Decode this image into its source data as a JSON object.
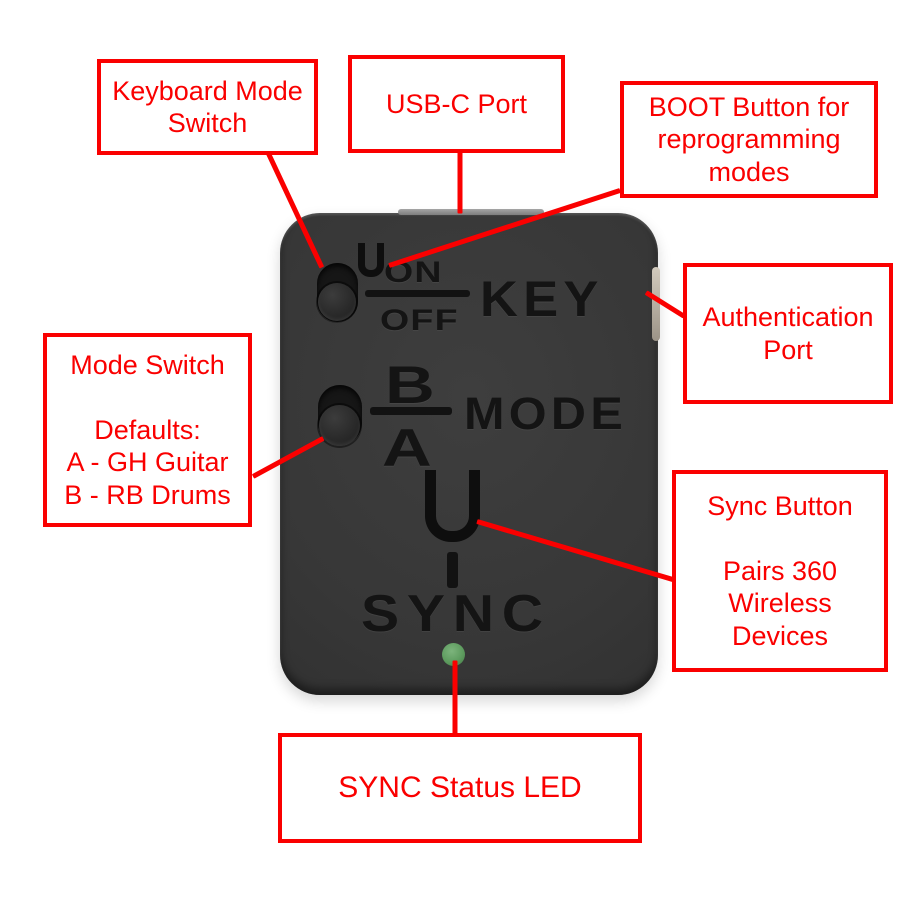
{
  "colors": {
    "accent_red": "#fa0000",
    "device_body": "#373737",
    "emboss_dark": "#141414",
    "led_green": "#5e9c5f",
    "port_metal": "#cdc5b8"
  },
  "callouts": {
    "keyboard": {
      "lines": [
        "Keyboard Mode",
        "Switch"
      ]
    },
    "usbc": {
      "lines": [
        "USB-C Port"
      ]
    },
    "boot": {
      "lines": [
        "BOOT Button for",
        "reprogramming",
        "modes"
      ]
    },
    "auth": {
      "lines": [
        "Authentication",
        "Port"
      ]
    },
    "mode": {
      "lines": [
        "Mode Switch",
        "",
        "Defaults:",
        "A - GH Guitar",
        "B - RB Drums"
      ]
    },
    "sync": {
      "lines": [
        "Sync Button",
        "",
        "Pairs 360",
        "Wireless",
        "Devices"
      ]
    },
    "led": {
      "lines": [
        "SYNC Status LED"
      ]
    }
  },
  "device": {
    "key_switch": {
      "on": "ON",
      "off": "OFF",
      "label": "KEY"
    },
    "mode_switch": {
      "top": "B",
      "bottom": "A",
      "label": "MODE"
    },
    "sync": {
      "label": "SYNC"
    },
    "icons": {
      "boot_button": "u-shape-button-icon",
      "sync_button": "u-shape-button-icon",
      "sync_pointer": "dash-icon",
      "status_led": "green-dot"
    }
  }
}
